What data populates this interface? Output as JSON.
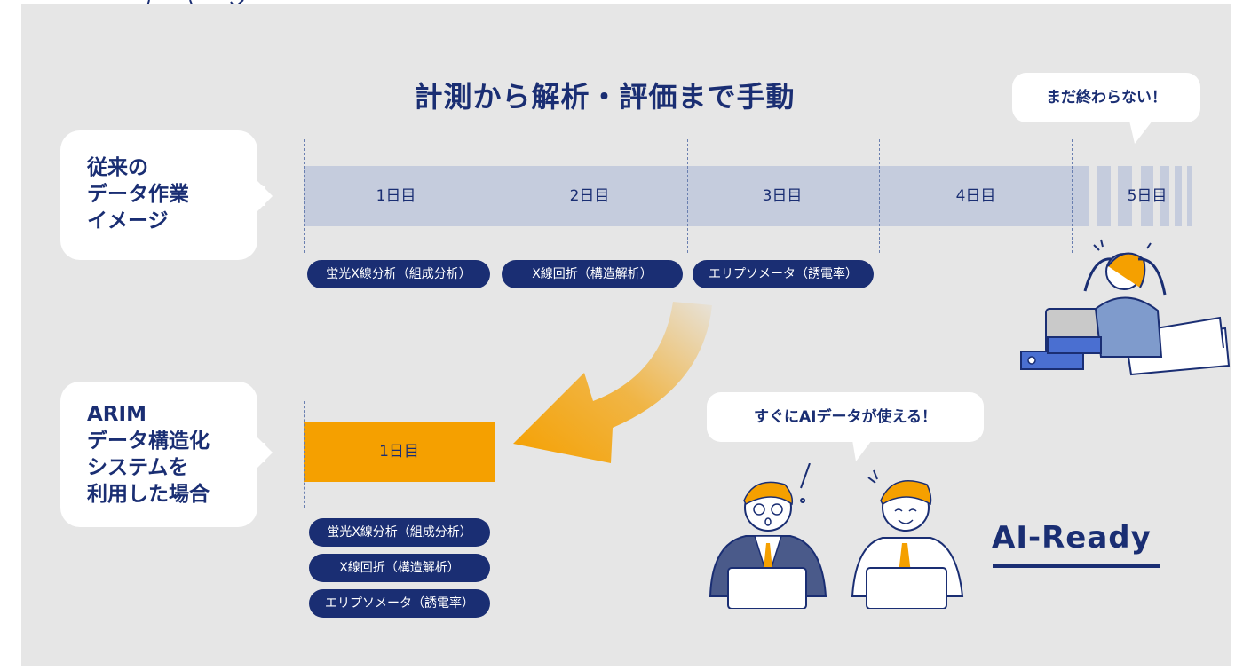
{
  "title": "計測から解析・評価まで手動",
  "traditional": {
    "label_lines": [
      "従来の",
      "データ作業",
      "イメージ"
    ],
    "days": [
      "1日目",
      "2日目",
      "3日目",
      "4日目",
      "5日目"
    ],
    "tasks": [
      "蛍光X線分析（組成分析）",
      "X線回折（構造解析）",
      "エリプソメータ（誘電率）"
    ],
    "bubble": "まだ終わらない！"
  },
  "arim": {
    "label_lines": [
      "ARIM",
      "データ構造化",
      "システムを",
      "利用した場合"
    ],
    "day": "1日目",
    "tasks": [
      "蛍光X線分析（組成分析）",
      "X線回折（構造解析）",
      "エリプソメータ（誘電率）"
    ],
    "bubble": "すぐにAIデータが使える！",
    "badge": "AI-Ready"
  },
  "colors": {
    "navy": "#1a2e73",
    "orange": "#f5a000",
    "timeline": "#c5ccdd",
    "background": "#e6e6e6"
  },
  "icons": [
    "papers-illustration",
    "stressed-worker-illustration",
    "two-workers-illustration",
    "curved-arrow-icon"
  ]
}
